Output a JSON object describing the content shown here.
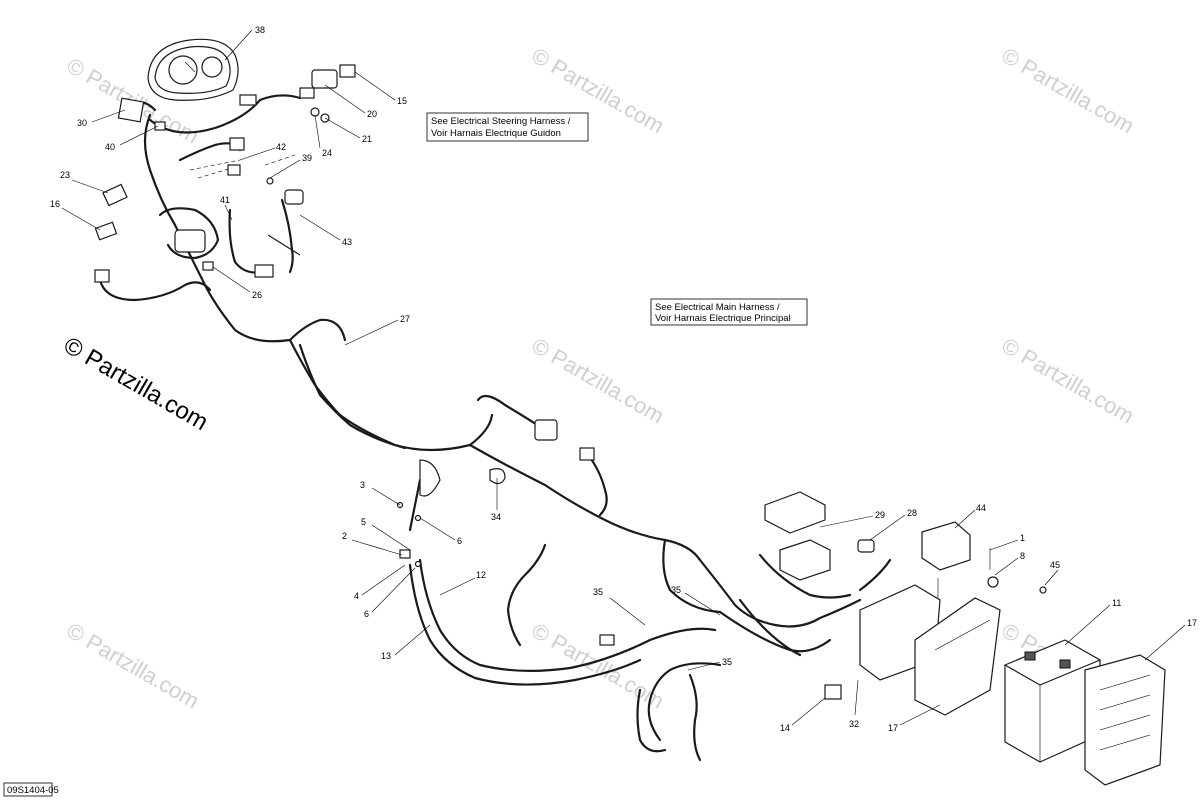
{
  "diagram_code": "09S1404-05",
  "watermark": "© Partzilla.com",
  "reference_notes": [
    {
      "id": "steering",
      "lines": [
        "See Electrical Steering Harness /",
        "Voir Harnais Electrique Guidon"
      ]
    },
    {
      "id": "main",
      "lines": [
        "See Electrical Main Harness /",
        "Voir Harnais Electrique Principal"
      ]
    }
  ],
  "callouts": [
    "38",
    "15",
    "20",
    "21",
    "24",
    "30",
    "40",
    "42",
    "39",
    "23",
    "16",
    "41",
    "43",
    "26",
    "27",
    "3",
    "34",
    "6",
    "5",
    "2",
    "4",
    "6",
    "12",
    "13",
    "35",
    "35",
    "35",
    "29",
    "28",
    "44",
    "1",
    "8",
    "45",
    "11",
    "17",
    "32",
    "17",
    "14"
  ]
}
